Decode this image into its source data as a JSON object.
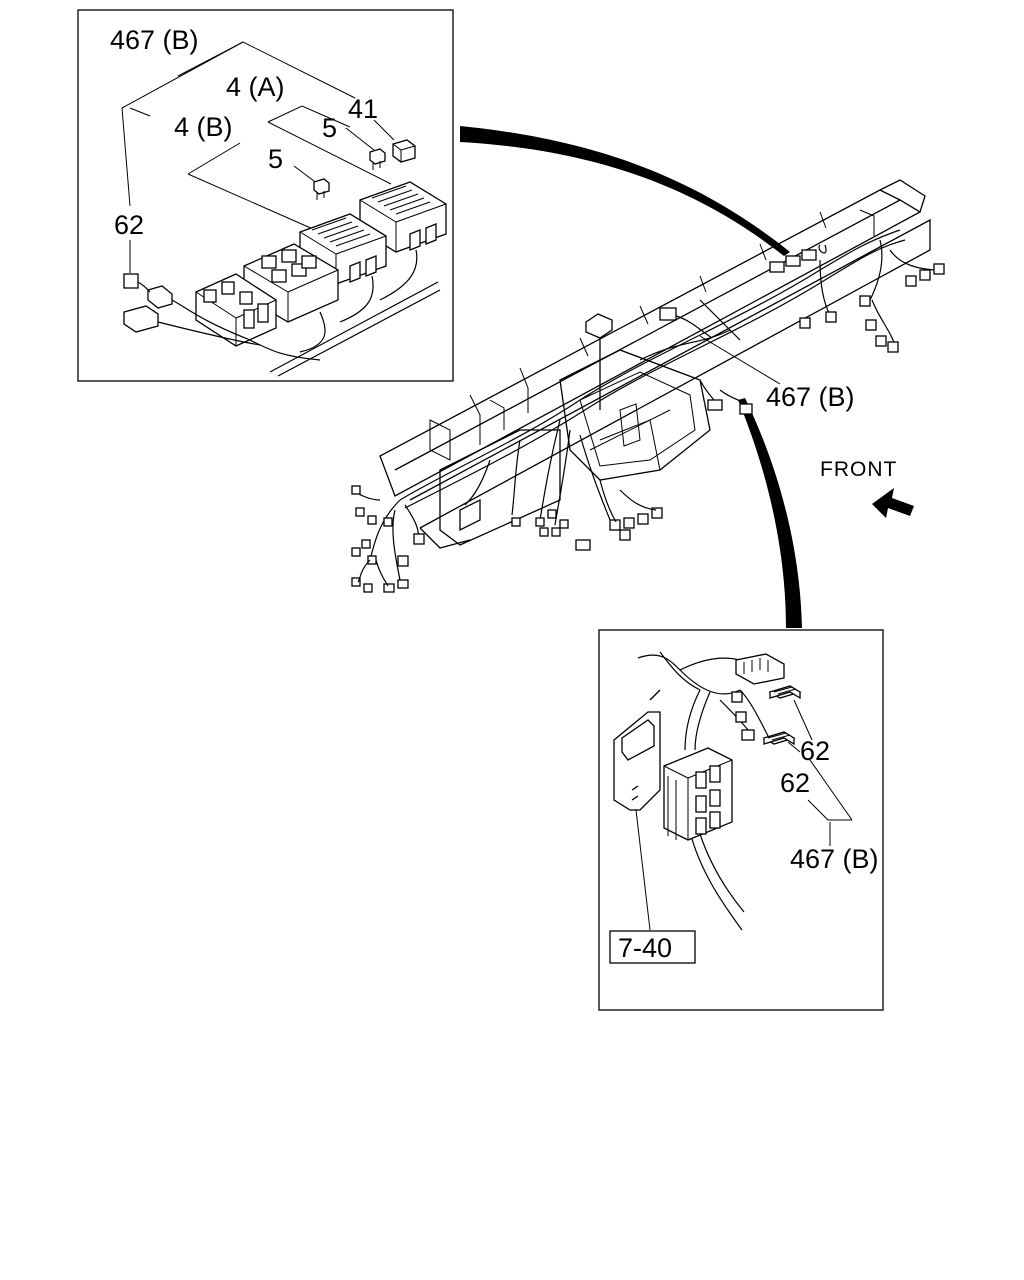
{
  "callouts": {
    "inset_top_left": {
      "c467b": "467 (B)",
      "c4a": "4 (A)",
      "c41": "41",
      "c5a": "5",
      "c4b": "4 (B)",
      "c5b": "5",
      "c62": "62"
    },
    "main": {
      "c467b": "467 (B)",
      "front": "FRONT"
    },
    "inset_bottom_right": {
      "c62a": "62",
      "c62b": "62",
      "c467b": "467 (B)",
      "ref": "7-40"
    }
  },
  "icons": {
    "front_arrow": "front-direction-arrow-icon"
  }
}
